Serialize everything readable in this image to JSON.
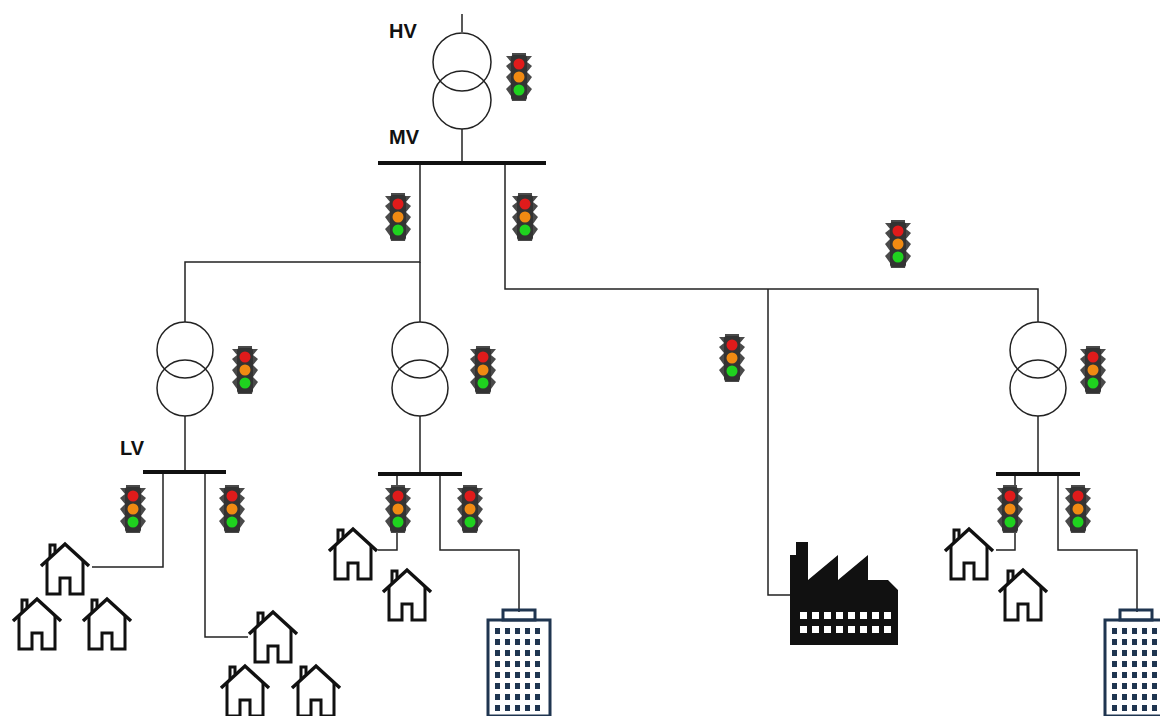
{
  "diagram": {
    "labels": [
      "HV",
      "MV",
      "LV"
    ]
  }
}
